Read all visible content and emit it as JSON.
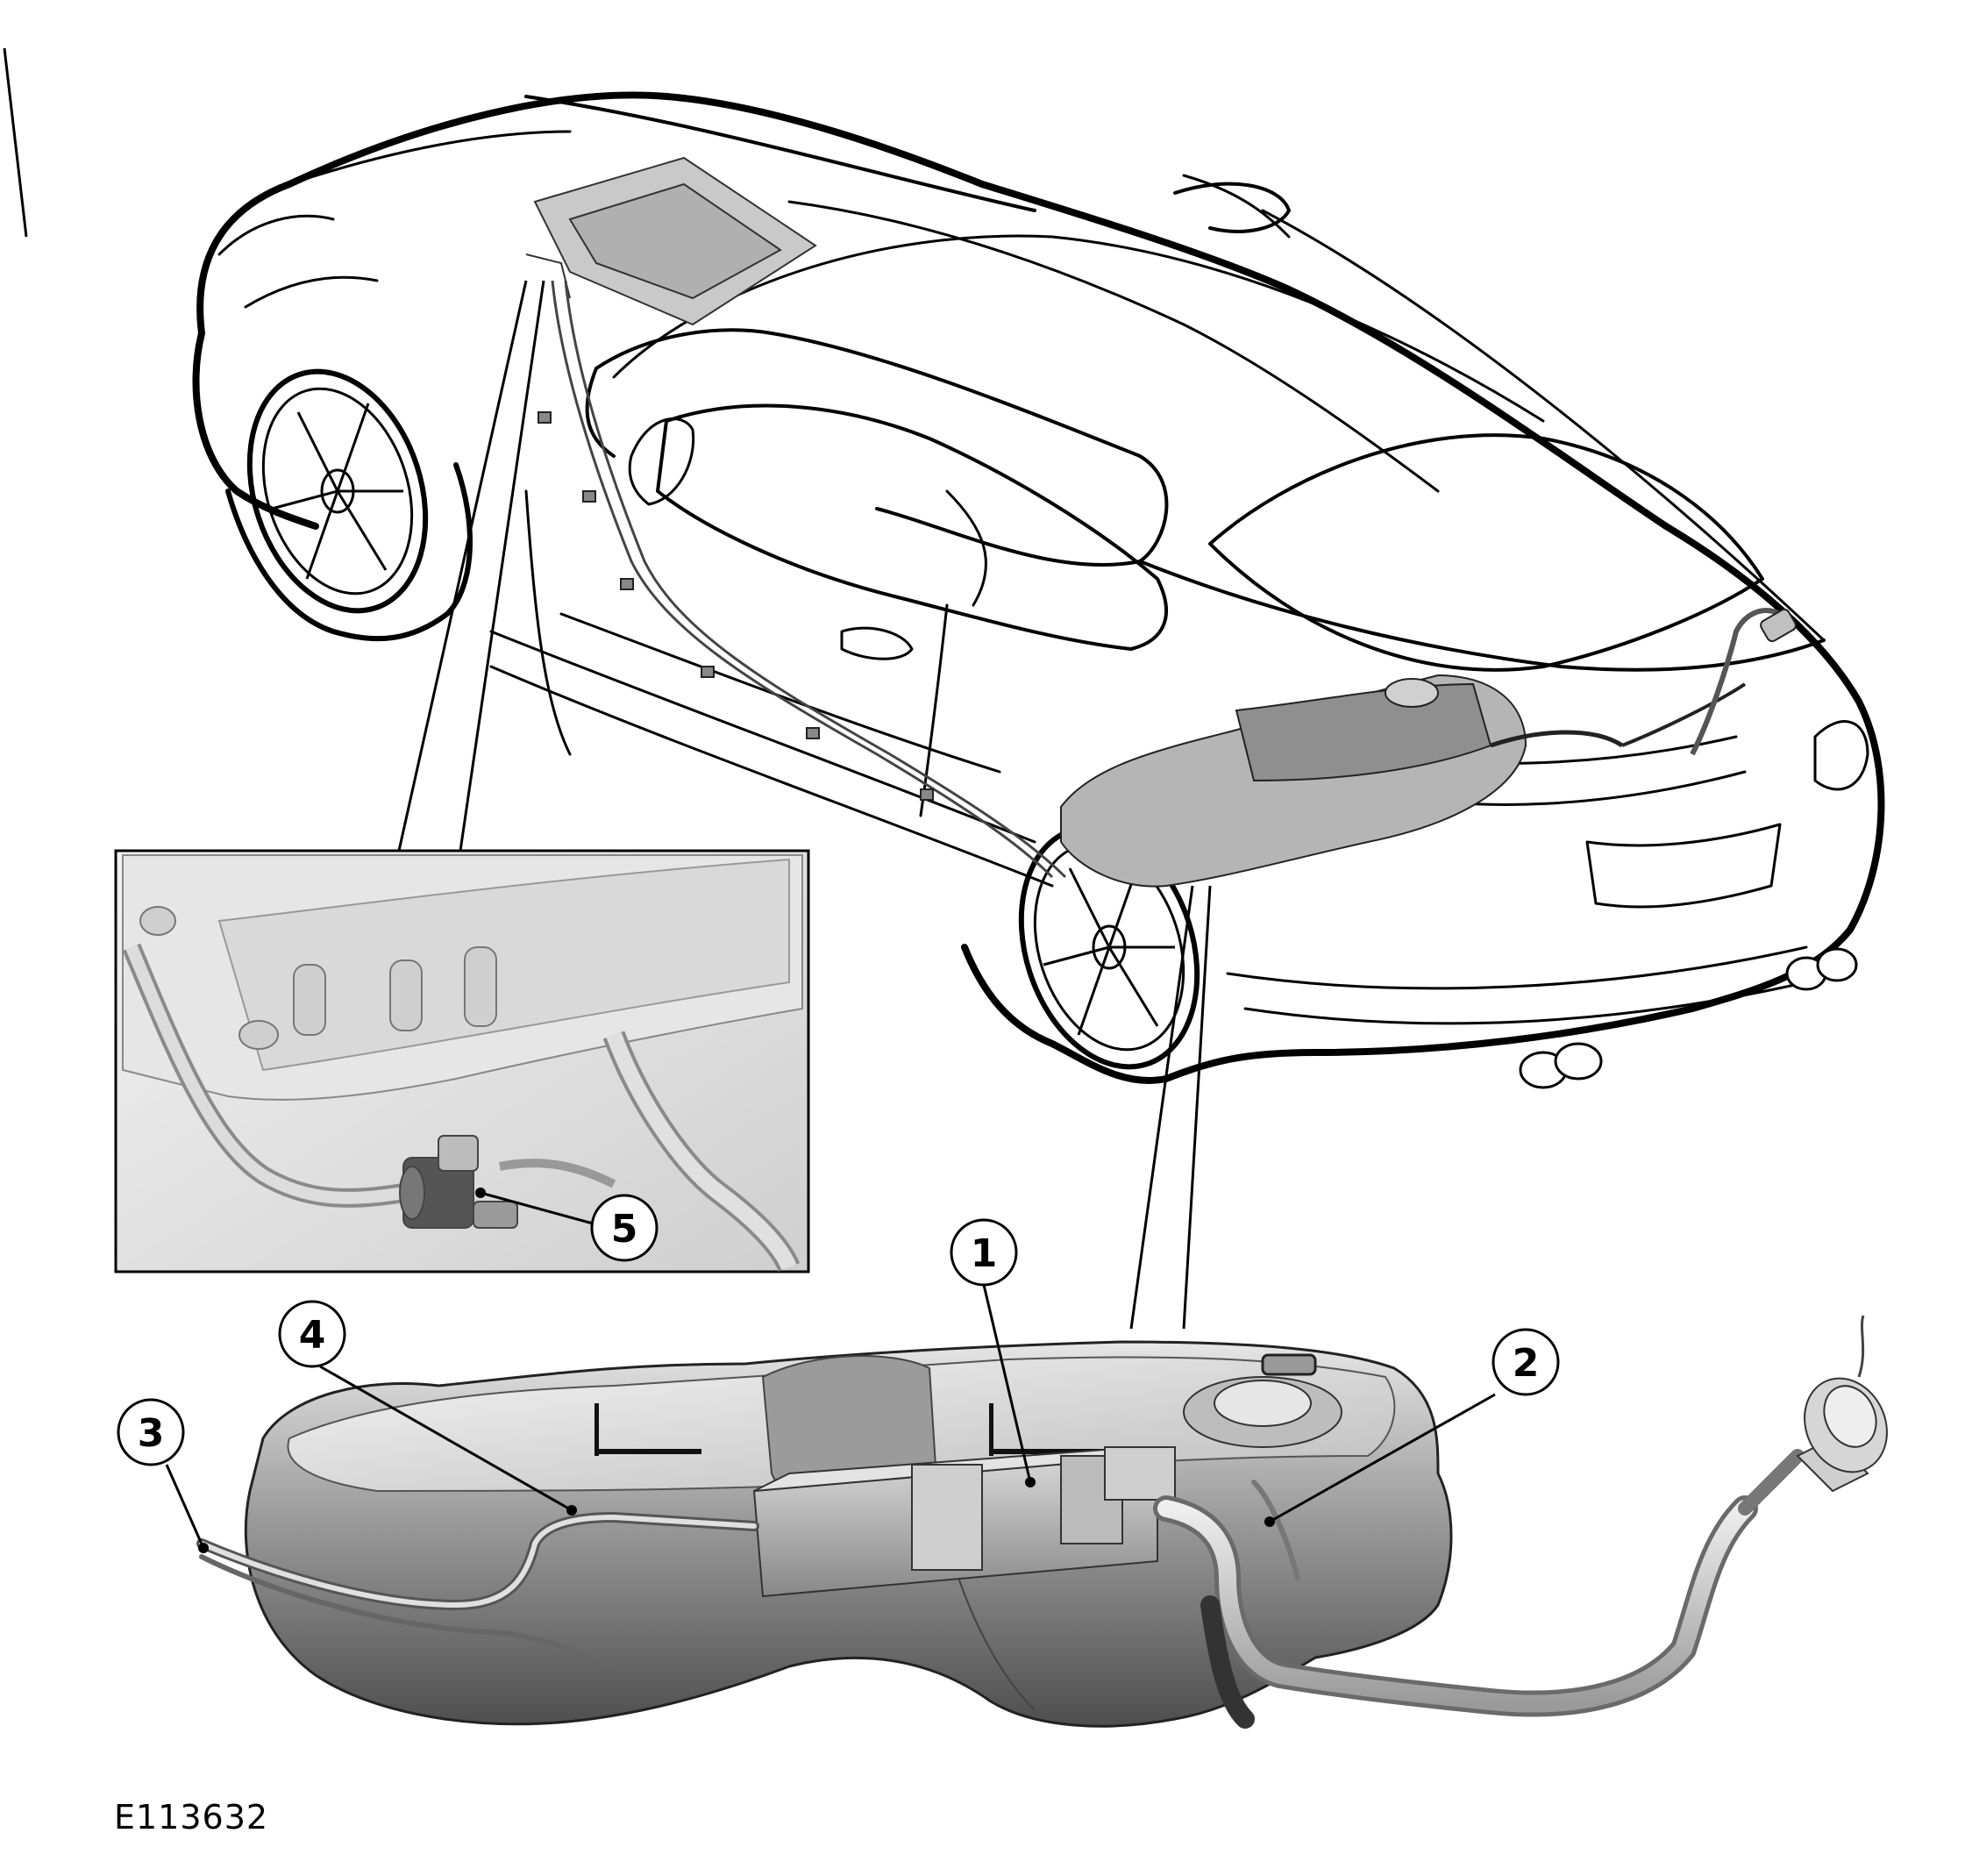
{
  "figure_id": "E113632",
  "callouts": [
    {
      "id": "1",
      "label": "1"
    },
    {
      "id": "2",
      "label": "2"
    },
    {
      "id": "3",
      "label": "3"
    },
    {
      "id": "4",
      "label": "4"
    },
    {
      "id": "5",
      "label": "5"
    }
  ],
  "colors": {
    "line": "#000000",
    "metal_dark": "#6f6f6f",
    "metal_mid": "#a9a9a9",
    "metal_light": "#dcdcdc",
    "inset_bg": "#e8e8e8"
  }
}
